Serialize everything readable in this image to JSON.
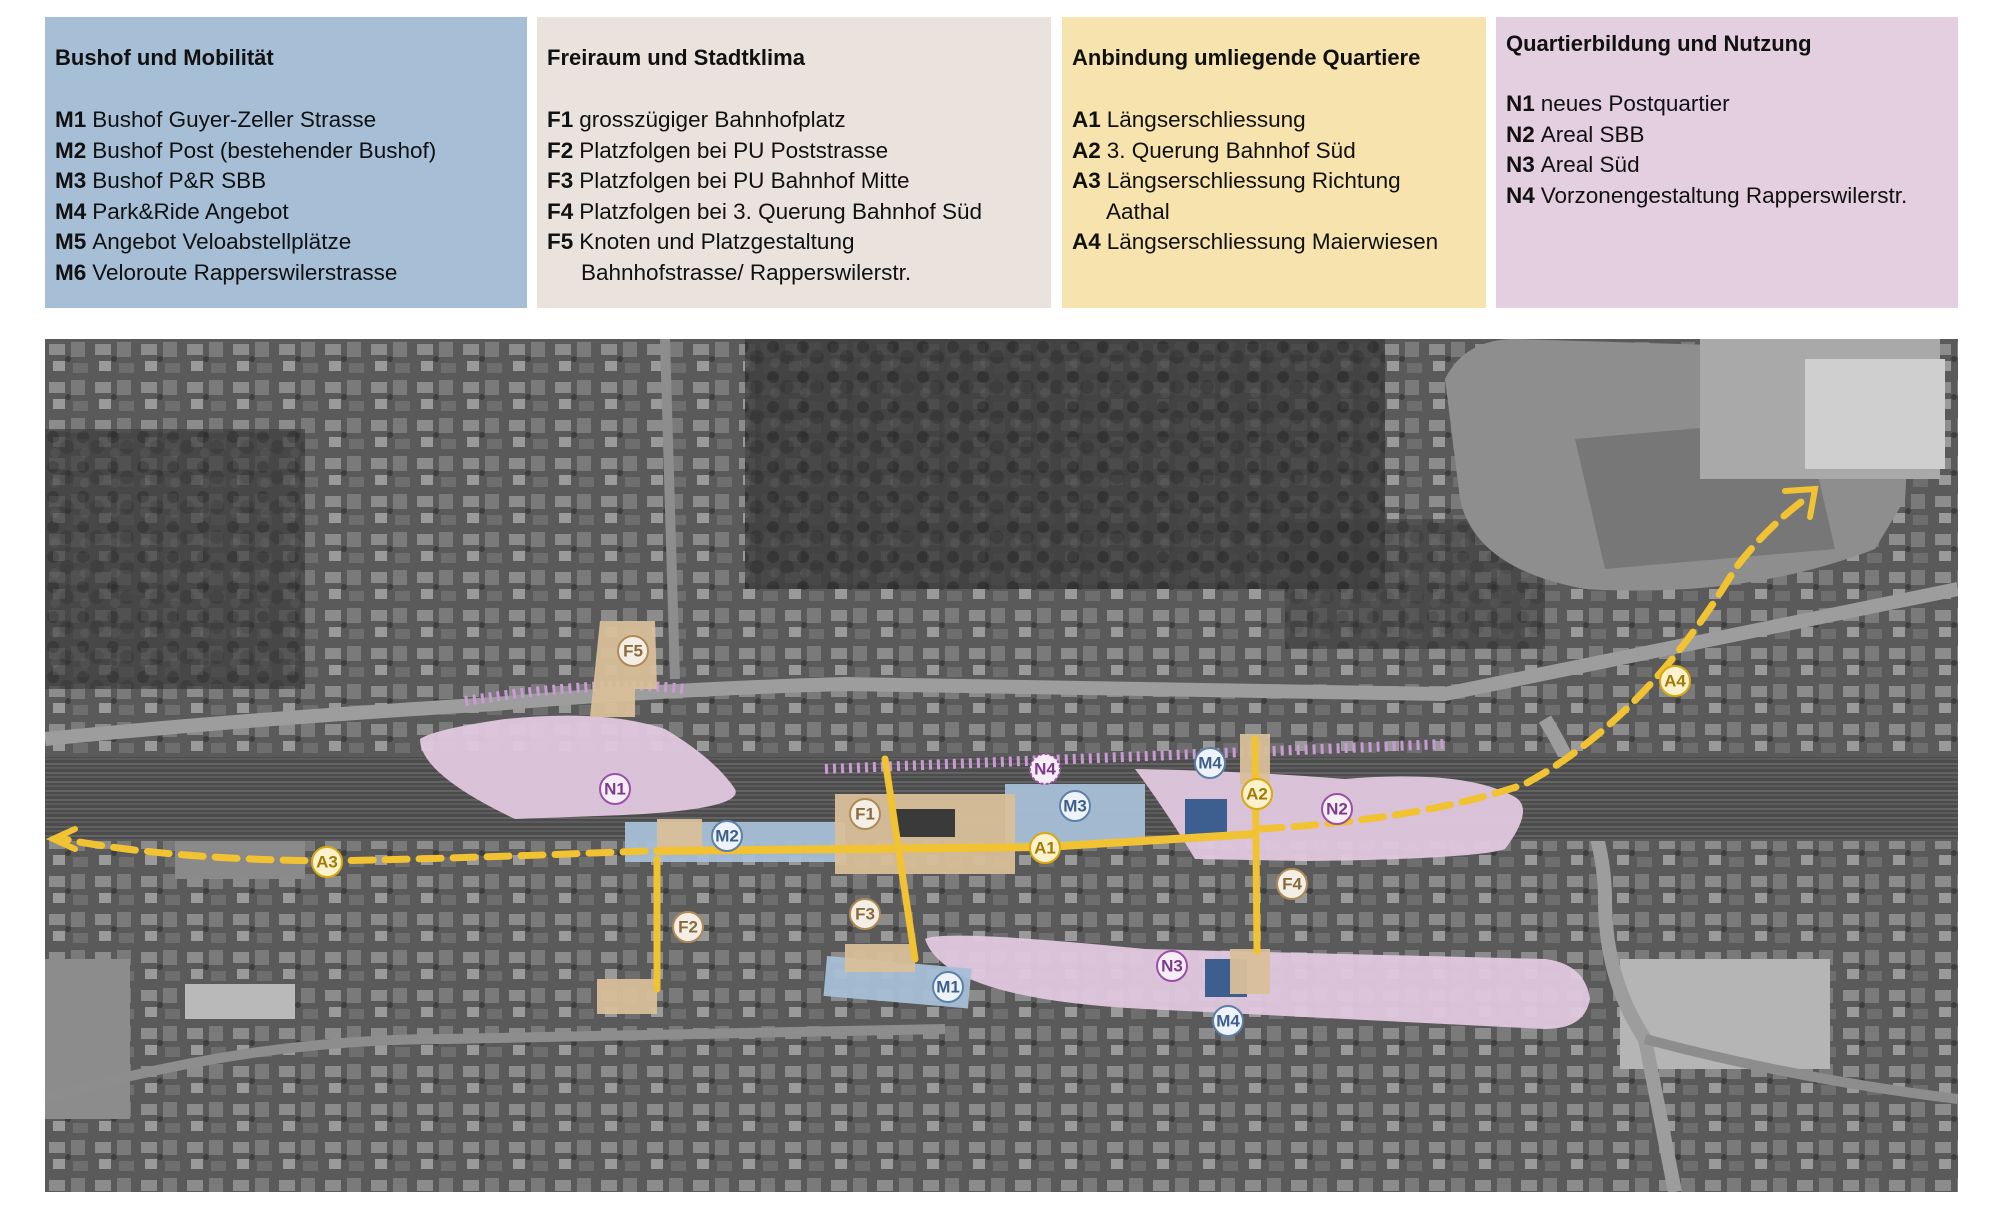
{
  "legend": {
    "mobility": {
      "title": "Bushof und Mobilität",
      "items": [
        {
          "code": "M1",
          "text": "Bushof Guyer-Zeller Strasse"
        },
        {
          "code": "M2",
          "text": "Bushof Post (bestehender Bushof)"
        },
        {
          "code": "M3",
          "text": "Bushof P&R SBB"
        },
        {
          "code": "M4",
          "text": "Park&Ride Angebot"
        },
        {
          "code": "M5",
          "text": "Angebot Veloabstellplätze"
        },
        {
          "code": "M6",
          "text": "Veloroute Rapperswilerstrasse"
        }
      ]
    },
    "freiraum": {
      "title": "Freiraum und Stadtklima",
      "items": [
        {
          "code": "F1",
          "text": "grosszügiger Bahnhofplatz"
        },
        {
          "code": "F2",
          "text": "Platzfolgen bei PU Poststrasse"
        },
        {
          "code": "F3",
          "text": "Platzfolgen bei PU Bahnhof Mitte"
        },
        {
          "code": "F4",
          "text": "Platzfolgen bei 3. Querung Bahnhof Süd"
        },
        {
          "code": "F5",
          "text": "Knoten und Platzgestaltung",
          "cont": "Bahnhofstrasse/ Rapperswilerstr."
        }
      ]
    },
    "anbindung": {
      "title": "Anbindung umliegende Quartiere",
      "items": [
        {
          "code": "A1",
          "text": "Längserschliessung"
        },
        {
          "code": "A2",
          "text": "3. Querung Bahnhof Süd"
        },
        {
          "code": "A3",
          "text": "Längserschliessung Richtung",
          "cont": "Aathal"
        },
        {
          "code": "A4",
          "text": "Längserschliessung Maierwiesen"
        }
      ]
    },
    "quartier": {
      "title": "Quartierbildung und Nutzung",
      "items": [
        {
          "code": "N1",
          "text": "neues Postquartier"
        },
        {
          "code": "N2",
          "text": "Areal SBB"
        },
        {
          "code": "N3",
          "text": "Areal Süd"
        },
        {
          "code": "N4",
          "text": "Vorzonengestaltung Rapperswilerstr."
        }
      ]
    }
  },
  "map": {
    "markers": {
      "F5": "F5",
      "F1": "F1",
      "F2": "F2",
      "F3": "F3",
      "F4": "F4",
      "N1": "N1",
      "N2": "N2",
      "N3": "N3",
      "N4": "N4",
      "M1": "M1",
      "M2": "M2",
      "M3": "M3",
      "M4a": "M4",
      "M4b": "M4",
      "A1": "A1",
      "A2": "A2",
      "A3": "A3",
      "A4": "A4"
    },
    "colors": {
      "mobility": "#a6bfd7",
      "freiraum": "#d9bf9a",
      "anbindung": "#f1c232",
      "quartier": "#e2c9e0",
      "quartier_text": "#7d3a8c",
      "mobility_text": "#3c5f8f",
      "freiraum_text": "#8a6a3c"
    }
  }
}
